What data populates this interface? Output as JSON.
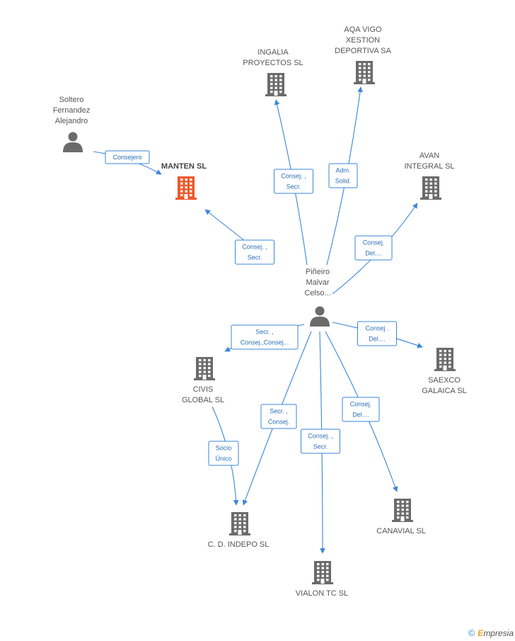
{
  "nodes": [
    {
      "id": "soltero",
      "type": "person",
      "lines": [
        "Soltero",
        "Fernandez",
        "Alejandro"
      ]
    },
    {
      "id": "manten",
      "type": "company",
      "lines": [
        "MANTEN SL"
      ],
      "highlight": true,
      "color": "#f0572a"
    },
    {
      "id": "ingalia",
      "type": "company",
      "lines": [
        "INGALIA",
        "PROYECTOS SL"
      ]
    },
    {
      "id": "aqa",
      "type": "company",
      "lines": [
        "AQA VIGO",
        "XESTION",
        "DEPORTIVA SA"
      ]
    },
    {
      "id": "avan",
      "type": "company",
      "lines": [
        "AVAN",
        "INTEGRAL  SL"
      ]
    },
    {
      "id": "pineiro",
      "type": "person",
      "lines": [
        "Piñeiro",
        "Malvar",
        "Celso..."
      ]
    },
    {
      "id": "saexco",
      "type": "company",
      "lines": [
        "SAEXCO",
        "GALAICA SL"
      ]
    },
    {
      "id": "civis",
      "type": "company",
      "lines": [
        "CIVIS",
        "GLOBAL  SL"
      ]
    },
    {
      "id": "canavial",
      "type": "company",
      "lines": [
        "CANAVIAL SL"
      ]
    },
    {
      "id": "indepo",
      "type": "company",
      "lines": [
        "C.  D. INDEPO  SL"
      ]
    },
    {
      "id": "vialon",
      "type": "company",
      "lines": [
        "VIALON TC SL"
      ]
    }
  ],
  "edges": [
    {
      "from": "soltero",
      "to": "manten",
      "lines": [
        "Consejero"
      ]
    },
    {
      "from": "pineiro",
      "to": "manten",
      "lines": [
        "Consej. ,",
        "Secr."
      ]
    },
    {
      "from": "pineiro",
      "to": "ingalia",
      "lines": [
        "Consej. ,",
        "Secr."
      ]
    },
    {
      "from": "pineiro",
      "to": "aqa",
      "lines": [
        "Adm.",
        "Solid."
      ]
    },
    {
      "from": "pineiro",
      "to": "avan",
      "lines": [
        "Consej.",
        "Del...."
      ]
    },
    {
      "from": "pineiro",
      "to": "saexco",
      "lines": [
        "Consej .",
        "Del...."
      ]
    },
    {
      "from": "pineiro",
      "to": "civis",
      "lines": [
        "Secr. ,",
        "Consej.,Consej..."
      ]
    },
    {
      "from": "pineiro",
      "to": "canavial",
      "lines": [
        "Consej.",
        "Del...."
      ]
    },
    {
      "from": "pineiro",
      "to": "indepo",
      "lines": [
        "Secr. ,",
        "Consej."
      ]
    },
    {
      "from": "pineiro",
      "to": "vialon",
      "lines": [
        "Consej. ,",
        "Secr."
      ]
    },
    {
      "from": "civis",
      "to": "indepo",
      "lines": [
        "Socio",
        "Único"
      ]
    }
  ],
  "colors": {
    "edge": "#3a86d8",
    "icon": "#6b6b6b",
    "highlight": "#f0572a"
  },
  "footer": {
    "copyright": "©",
    "brand_initial": "E",
    "brand_rest": "mpresia"
  }
}
